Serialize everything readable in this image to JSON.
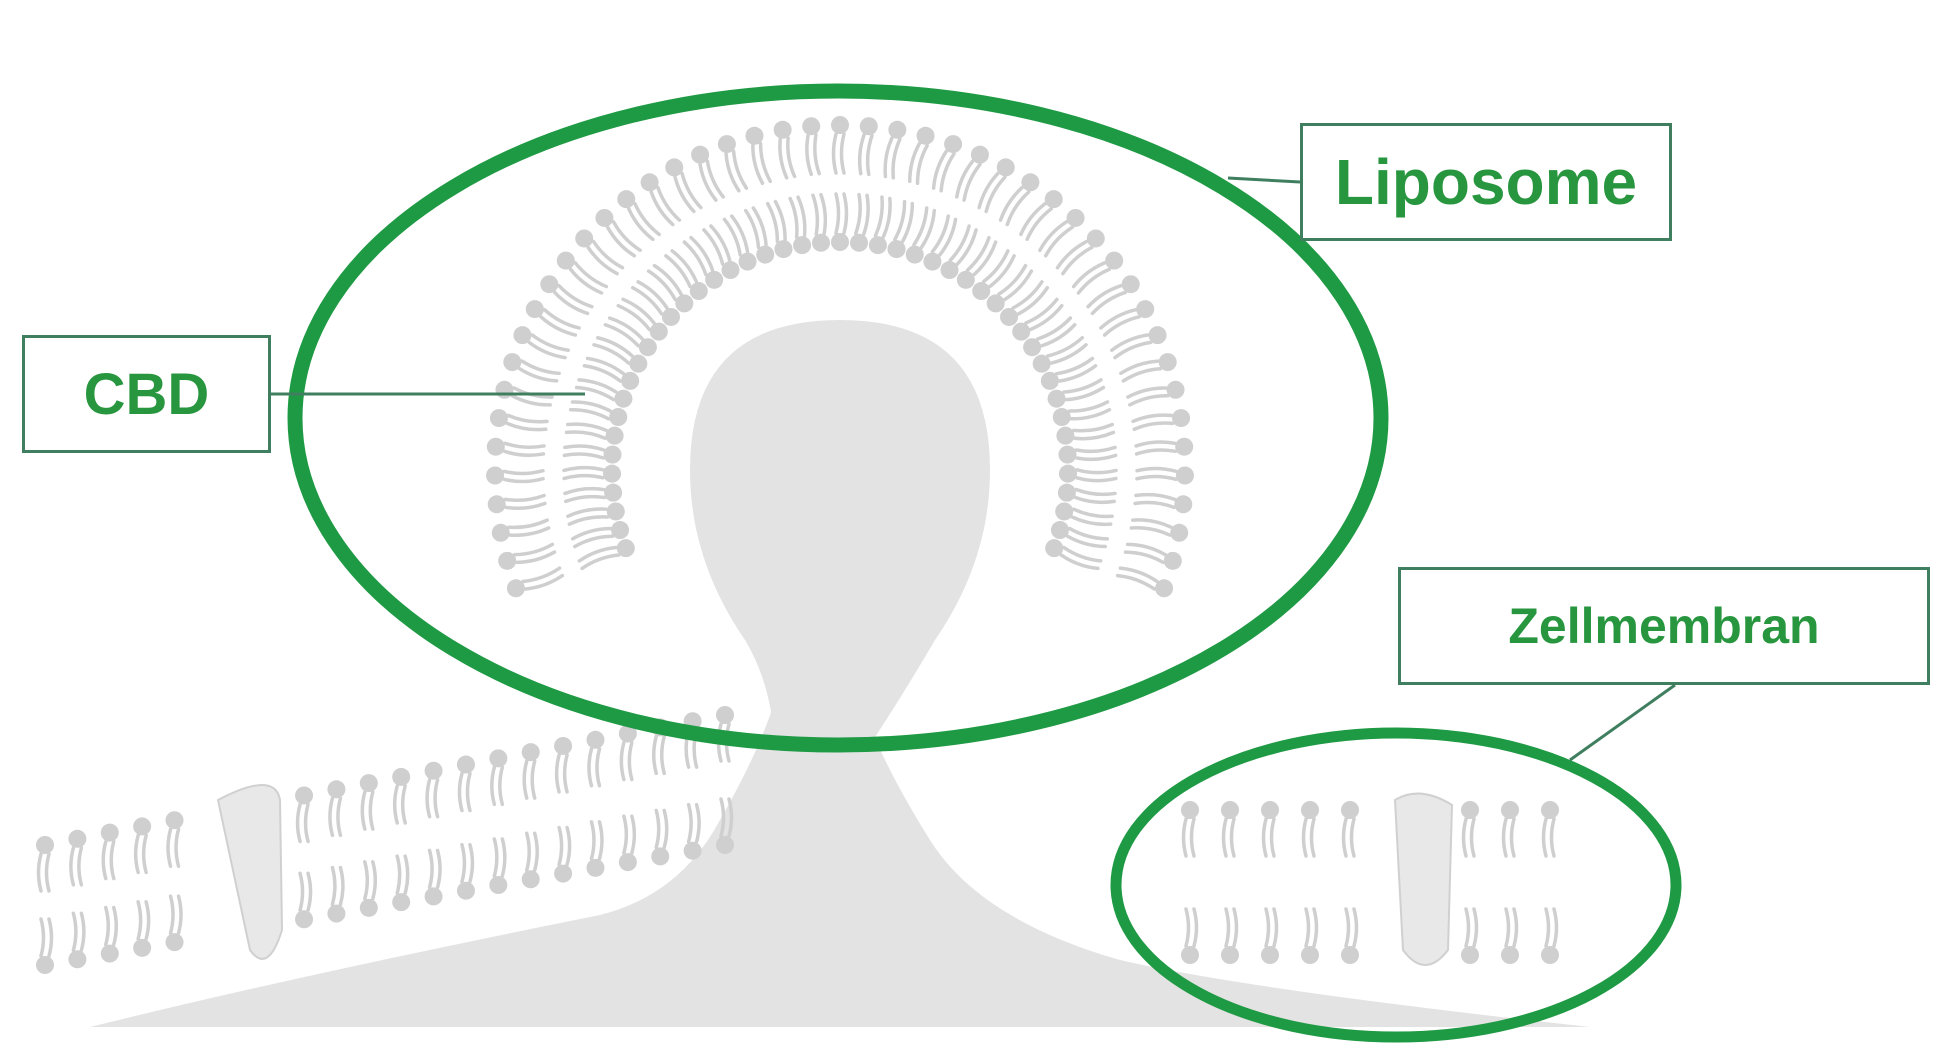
{
  "labels": {
    "liposome": "Liposome",
    "cbd": "CBD",
    "zellmembran": "Zellmembran"
  },
  "colors": {
    "accent_green": "#27963f",
    "ring_green": "#1f9a44",
    "lipid_gray": "#cfcfcf",
    "fill_gray": "#e3e3e3",
    "leader_line": "#3f7f5f"
  }
}
